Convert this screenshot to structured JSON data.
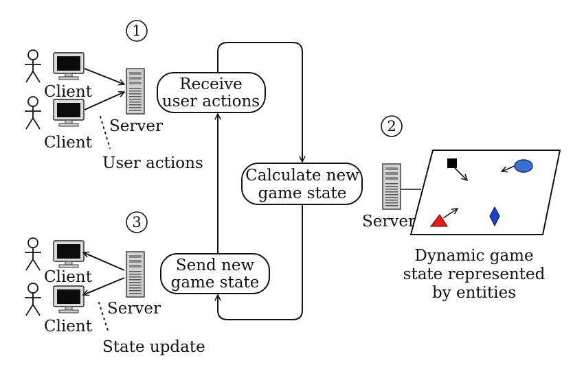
{
  "steps": [
    "1",
    "2",
    "3"
  ],
  "labels": {
    "client": "Client",
    "server": "Server",
    "user_actions": "User actions",
    "state_update": "State update"
  },
  "process": {
    "receive": [
      "Receive",
      "user actions"
    ],
    "calculate": [
      "Calculate new",
      "game state"
    ],
    "send": [
      "Send new",
      "game state"
    ]
  },
  "game_state_caption": [
    "Dynamic game",
    "state represented",
    "by entities"
  ],
  "colors": {
    "ink": "#111111",
    "triangle": "#e31b1b",
    "ellipse": "#3b6fd4",
    "diamond": "#1f3fcf",
    "square": "#000000"
  },
  "icons": [
    "person-icon",
    "monitor-icon",
    "server-tower-icon",
    "square-entity-icon",
    "ellipse-entity-icon",
    "triangle-entity-icon",
    "diamond-entity-icon"
  ]
}
